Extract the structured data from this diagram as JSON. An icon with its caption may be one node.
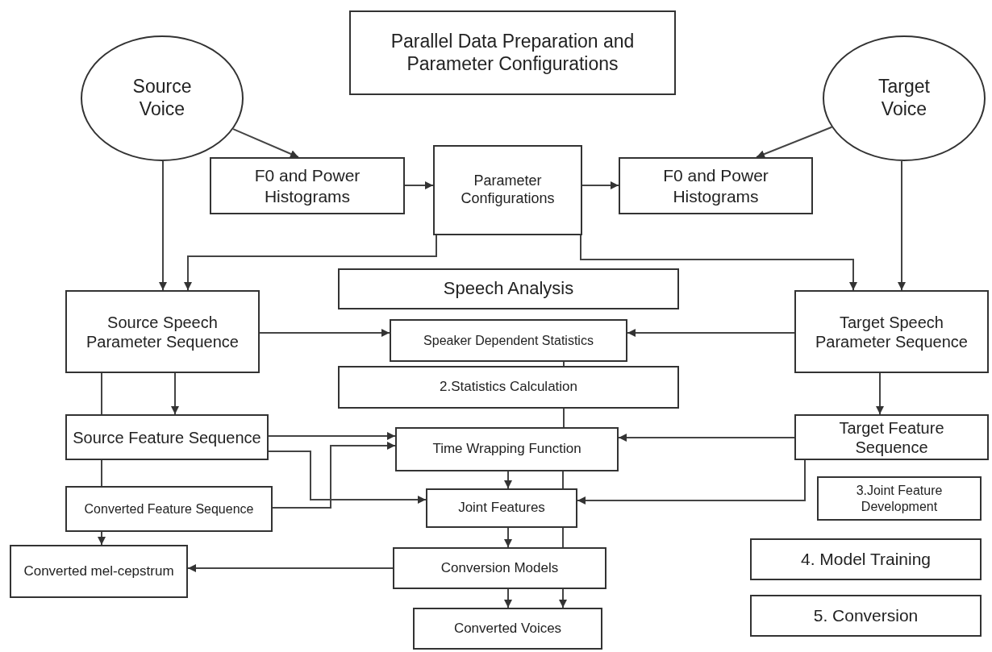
{
  "diagram": {
    "nodes": [
      {
        "text": [
          "Parallel Data Preparation and Parameter Configurations"
        ]
      },
      {
        "text": [
          "Source Voice"
        ]
      },
      {
        "text": [
          "Target Voice"
        ]
      },
      {
        "text": [
          "F0 and Power Histograms"
        ]
      },
      {
        "text": [
          "Parameter Configurations"
        ]
      },
      {
        "text": [
          "F0 and Power Histograms"
        ]
      },
      {
        "text": [
          "Speech Analysis"
        ]
      },
      {
        "text": [
          "Source Speech Parameter Sequence"
        ]
      },
      {
        "text": [
          "Speaker Dependent Statistics"
        ]
      },
      {
        "text": [
          "Target Speech Parameter Sequence"
        ]
      },
      {
        "text": [
          "2.Statistics Calculation"
        ]
      },
      {
        "text": [
          "Source Feature Sequence"
        ]
      },
      {
        "text": [
          "Time Wrapping Function"
        ]
      },
      {
        "text": [
          "Target Feature Sequence"
        ]
      },
      {
        "text": [
          "Converted Feature Sequence"
        ]
      },
      {
        "text": [
          "3.Joint Feature Development"
        ]
      },
      {
        "text": [
          "Joint Features"
        ]
      },
      {
        "text": [
          "Converted mel-cepstrum"
        ]
      },
      {
        "text": [
          "4. Model Training"
        ]
      },
      {
        "text": [
          "Conversion Models"
        ]
      },
      {
        "text": [
          "5. Conversion"
        ]
      },
      {
        "text": [
          "Converted Voices"
        ]
      }
    ],
    "edges": [
      {
        "from": 1,
        "to": 3,
        "arrow": "to"
      },
      {
        "from": 1,
        "to": 7,
        "arrow": "to"
      },
      {
        "from": 3,
        "to": 4,
        "arrow": "to"
      },
      {
        "from": 4,
        "to": 5,
        "arrow": "to"
      },
      {
        "from": 2,
        "to": 5,
        "arrow": "to"
      },
      {
        "from": 2,
        "to": 9,
        "arrow": "to"
      },
      {
        "from": 4,
        "to": 7,
        "arrow": "to"
      },
      {
        "from": 4,
        "to": 9,
        "arrow": "to"
      },
      {
        "from": 7,
        "to": 8,
        "arrow": "to"
      },
      {
        "from": 9,
        "to": 8,
        "arrow": "to"
      },
      {
        "from": 8,
        "to": 10,
        "arrow": "none"
      },
      {
        "from": 10,
        "to": 12,
        "arrow": "none"
      },
      {
        "from": 7,
        "to": 11,
        "arrow": "none"
      },
      {
        "from": 7,
        "to": 11,
        "arrow": "to"
      },
      {
        "from": 9,
        "to": 13,
        "arrow": "to"
      },
      {
        "from": 11,
        "to": 12,
        "arrow": "to"
      },
      {
        "from": 13,
        "to": 12,
        "arrow": "to"
      },
      {
        "from": 11,
        "to": 16,
        "arrow": "to"
      },
      {
        "from": 14,
        "to": 12,
        "arrow": "to"
      },
      {
        "from": 11,
        "to": 14,
        "arrow": "none"
      },
      {
        "from": 12,
        "to": 16,
        "arrow": "to"
      },
      {
        "from": 12,
        "to": 16,
        "arrow": "none"
      },
      {
        "from": 13,
        "to": 16,
        "arrow": "to"
      },
      {
        "from": 14,
        "to": 17,
        "arrow": "to"
      },
      {
        "from": 16,
        "to": 19,
        "arrow": "to"
      },
      {
        "from": 16,
        "to": 19,
        "arrow": "none"
      },
      {
        "from": 19,
        "to": 17,
        "arrow": "to"
      },
      {
        "from": 19,
        "to": 21,
        "arrow": "to"
      },
      {
        "from": 19,
        "to": 21,
        "arrow": "to"
      }
    ]
  }
}
